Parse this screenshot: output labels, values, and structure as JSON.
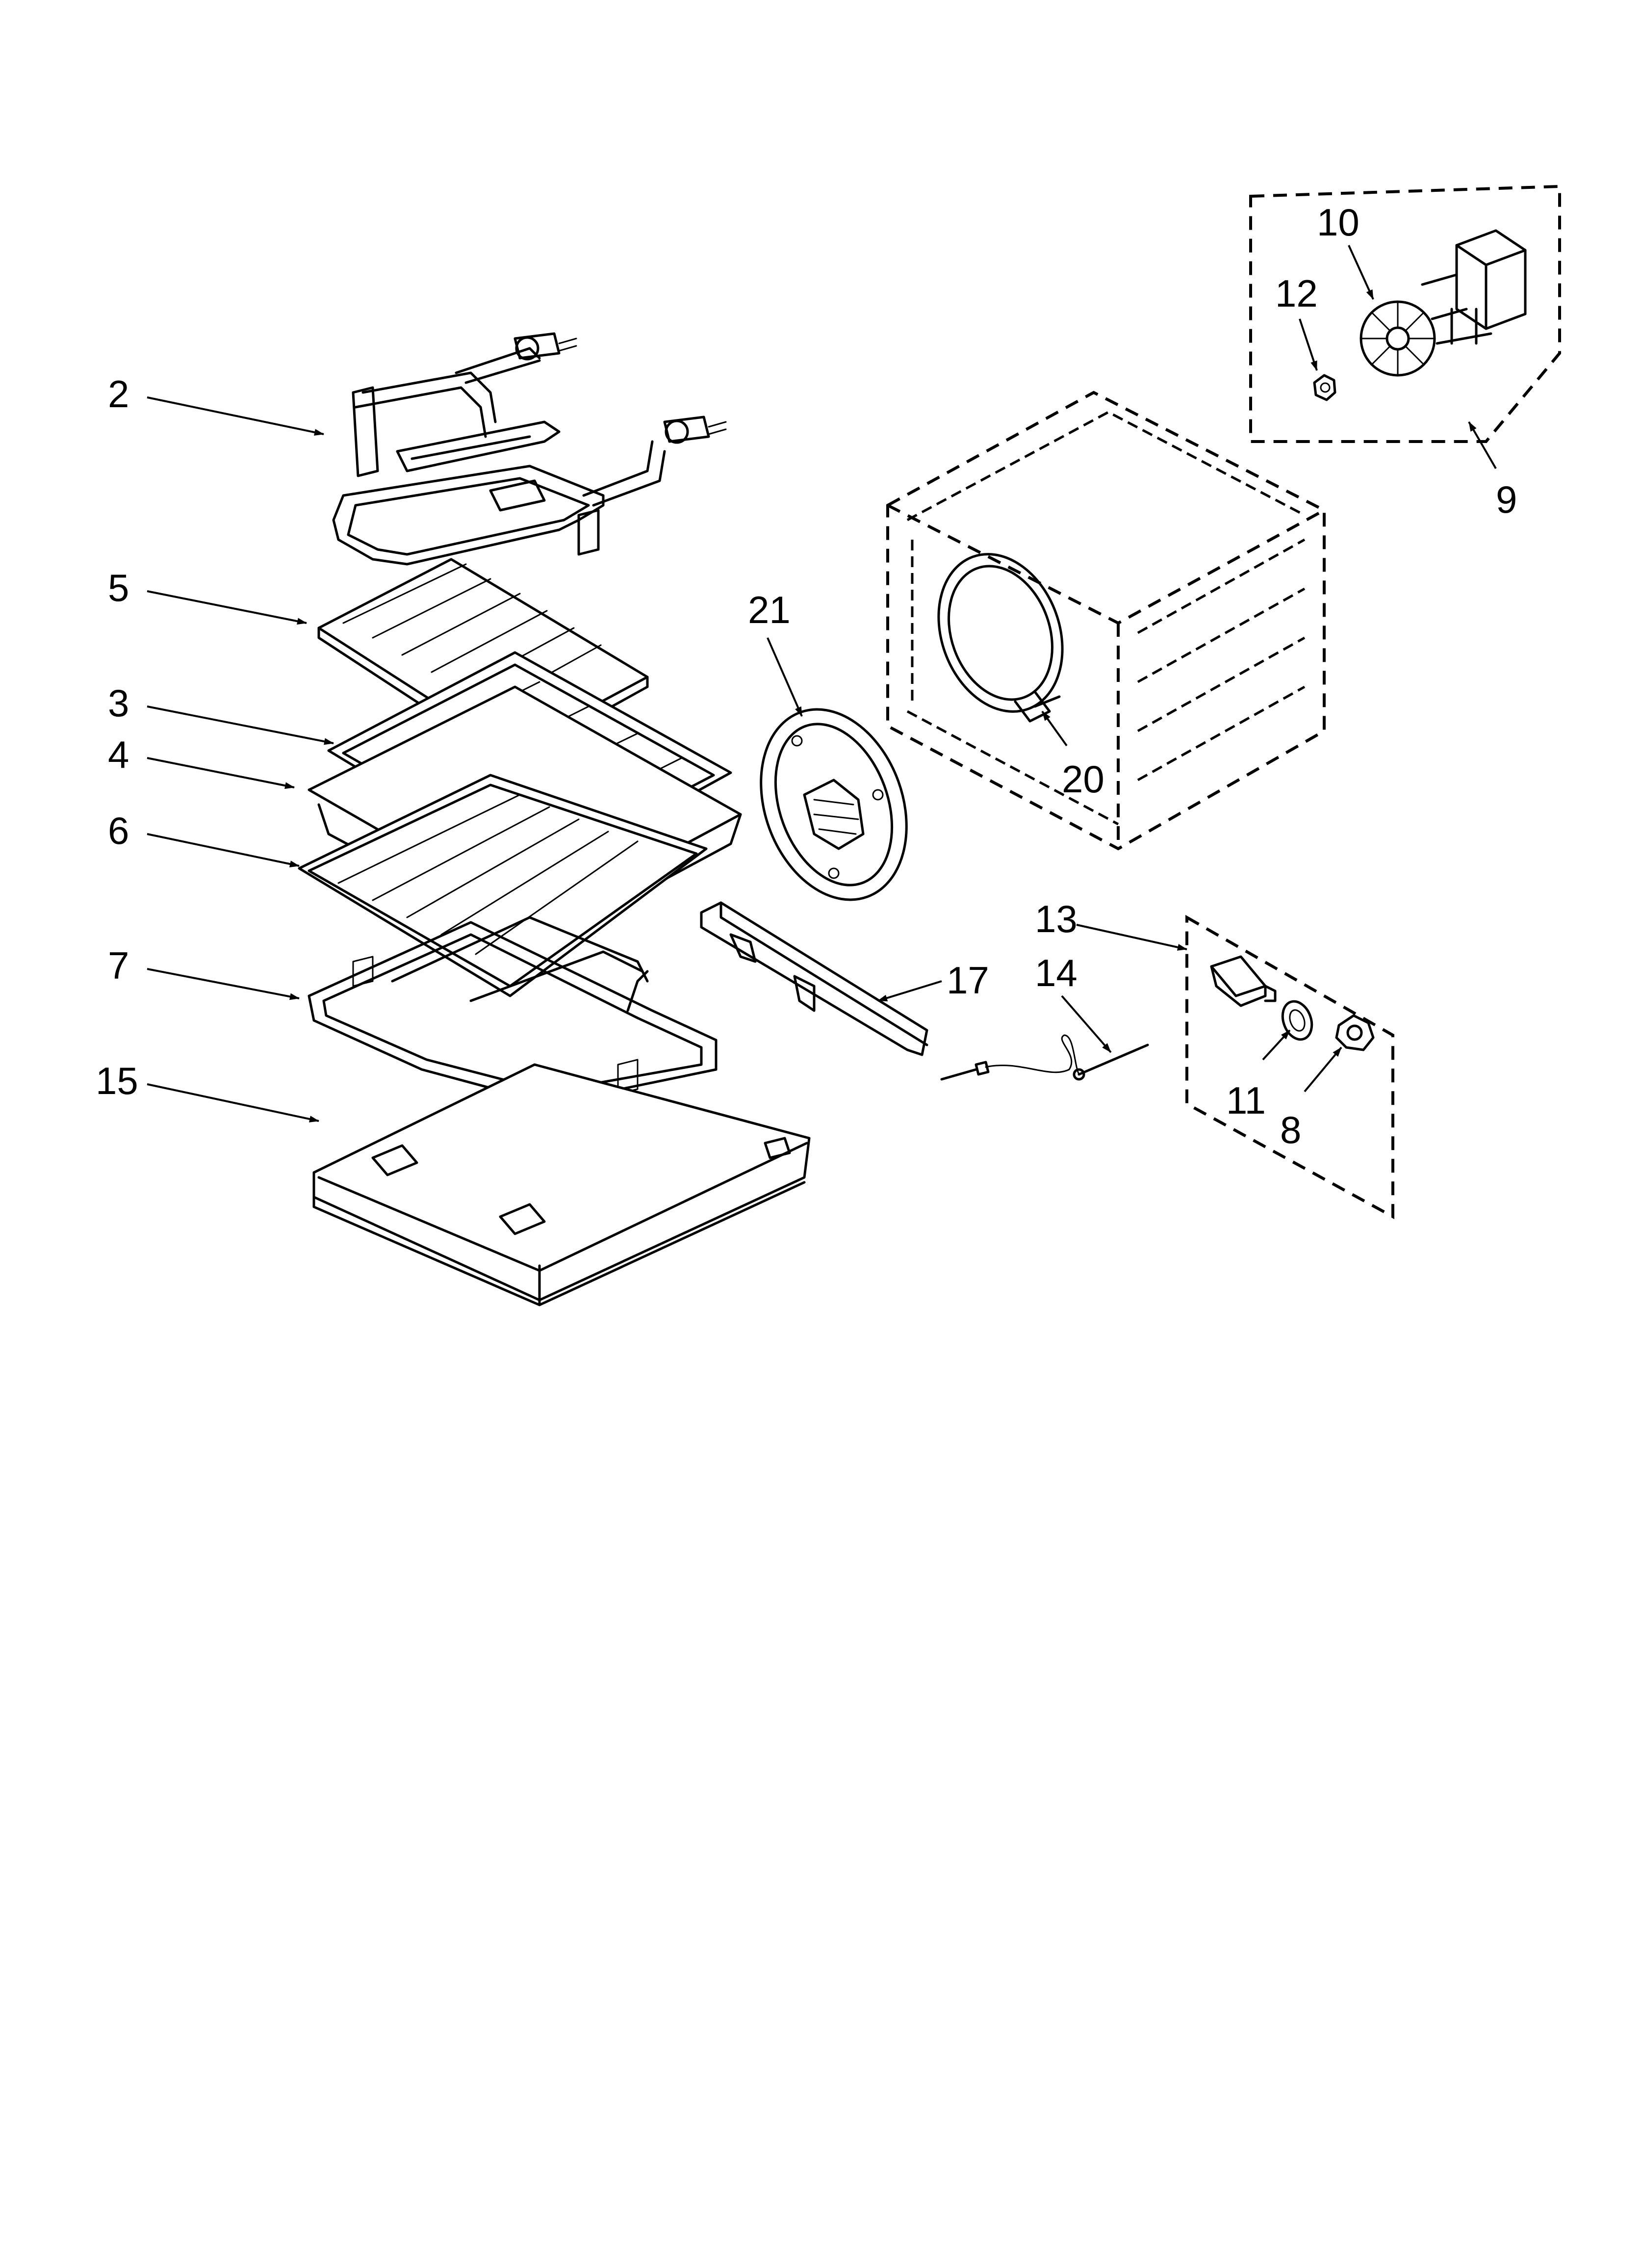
{
  "diagram": {
    "callouts": [
      {
        "id": "2",
        "label": "2"
      },
      {
        "id": "5",
        "label": "5"
      },
      {
        "id": "3",
        "label": "3"
      },
      {
        "id": "4",
        "label": "4"
      },
      {
        "id": "6",
        "label": "6"
      },
      {
        "id": "7",
        "label": "7"
      },
      {
        "id": "15",
        "label": "15"
      },
      {
        "id": "21",
        "label": "21"
      },
      {
        "id": "20",
        "label": "20"
      },
      {
        "id": "17",
        "label": "17"
      },
      {
        "id": "13",
        "label": "13"
      },
      {
        "id": "14",
        "label": "14"
      },
      {
        "id": "11",
        "label": "11"
      },
      {
        "id": "8",
        "label": "8"
      },
      {
        "id": "10",
        "label": "10"
      },
      {
        "id": "12",
        "label": "12"
      },
      {
        "id": "9",
        "label": "9"
      }
    ]
  }
}
